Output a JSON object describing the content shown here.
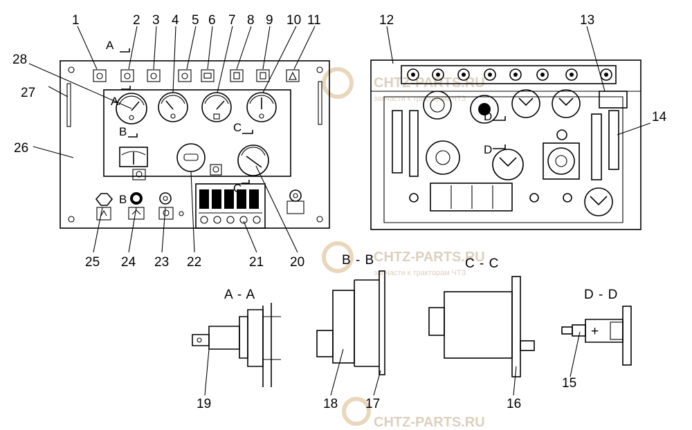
{
  "callouts": [
    "1",
    "2",
    "3",
    "4",
    "5",
    "6",
    "7",
    "8",
    "9",
    "10",
    "11",
    "12",
    "13",
    "14",
    "15",
    "16",
    "17",
    "18",
    "19",
    "20",
    "21",
    "22",
    "23",
    "24",
    "25",
    "26",
    "27",
    "28"
  ],
  "section_titles": {
    "aa": "A - A",
    "bb": "B - B",
    "cc": "C - C",
    "dd": "D - D"
  },
  "section_marks": {
    "a1": "A",
    "a2": "A",
    "b1": "B",
    "b2": "B",
    "c1": "C",
    "c2": "C",
    "d1": "D",
    "d2": "D"
  },
  "watermark": {
    "brand": "CHTZ-PARTS.RU",
    "tagline": "запчасти к тракторам ЧТЗ"
  }
}
